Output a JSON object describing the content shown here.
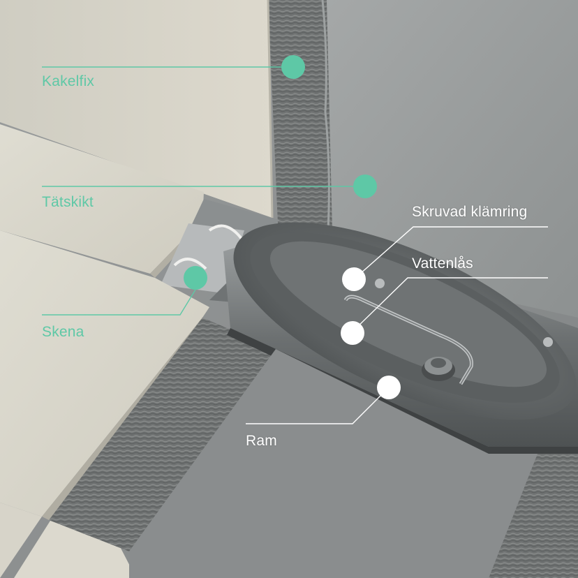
{
  "colors": {
    "accent_green": "#5ec8a6",
    "marker_white": "#ffffff"
  },
  "callouts": {
    "kakelfix": {
      "label": "Kakelfix",
      "marker": "green-dot"
    },
    "tatskikt": {
      "label": "Tätskikt",
      "marker": "green-dot"
    },
    "skena": {
      "label": "Skena",
      "marker": "green-dot"
    },
    "skruvad_klamring": {
      "label": "Skruvad klämring",
      "marker": "white-dot"
    },
    "vattenlas": {
      "label": "Vattenlås",
      "marker": "white-dot"
    },
    "ram": {
      "label": "Ram",
      "marker": "white-dot"
    }
  }
}
